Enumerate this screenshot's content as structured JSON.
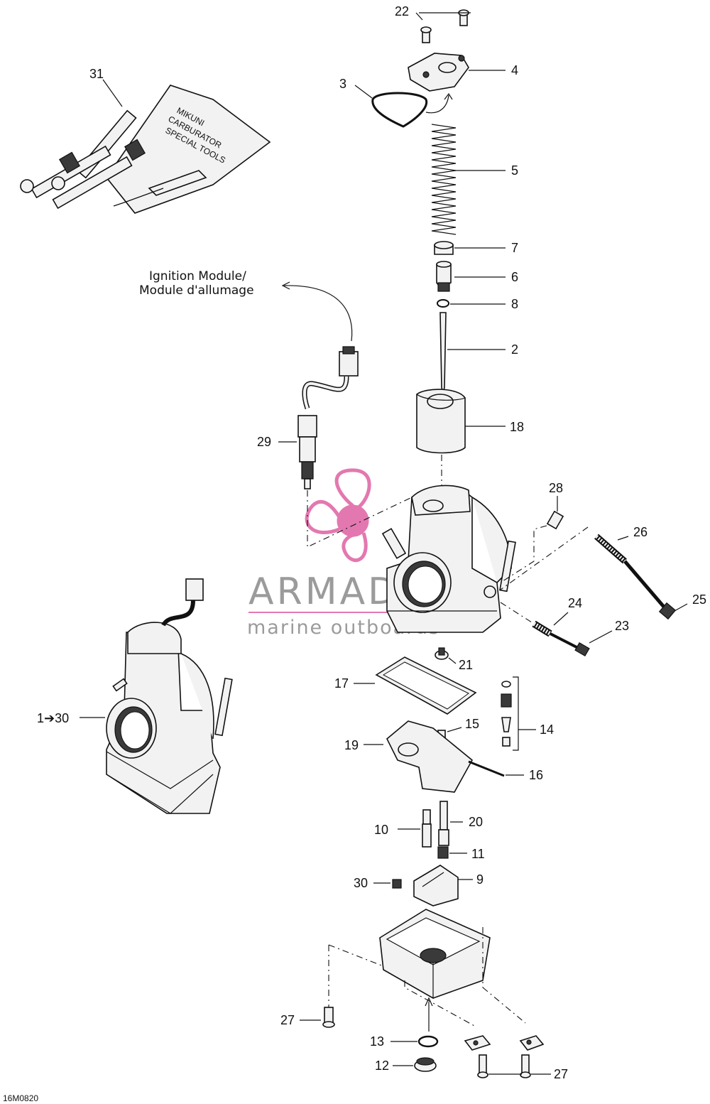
{
  "diagram": {
    "caption_code": "16M0820",
    "ignition_label_en": "Ignition Module/",
    "ignition_label_fr": "Module d'allumage",
    "watermark": {
      "brand": "ARMADA",
      "tagline": "marine outboards",
      "accent_color": "#e06aa8",
      "text_color": "#8a8a8a"
    },
    "tool_kit_lettering": [
      "MIKUNI",
      "CARBURATOR",
      "SPECIAL TOOLS"
    ],
    "callouts": {
      "c22": "22",
      "c4": "4",
      "c3": "3",
      "c5": "5",
      "c7": "7",
      "c6": "6",
      "c8": "8",
      "c2": "2",
      "c18": "18",
      "c31": "31",
      "c29": "29",
      "c28": "28",
      "c26": "26",
      "c25": "25",
      "c24": "24",
      "c23": "23",
      "c21": "21",
      "c17": "17",
      "c14": "14",
      "c15": "15",
      "c19": "19",
      "c16": "16",
      "c10": "10",
      "c20": "20",
      "c11": "11",
      "c30": "30",
      "c9": "9",
      "c27a": "27",
      "c13": "13",
      "c12": "12",
      "c27b": "27",
      "c1to30": "1➔30"
    }
  }
}
